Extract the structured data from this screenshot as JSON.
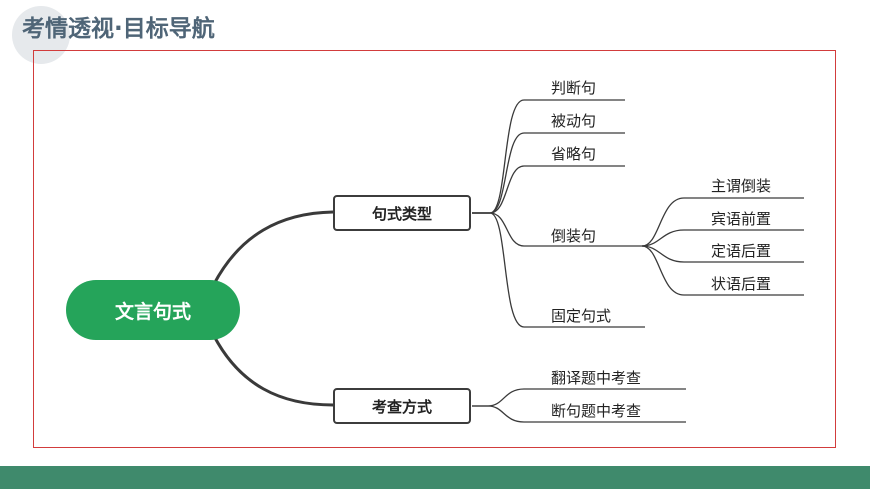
{
  "header": {
    "title": "考情透视·目标导航"
  },
  "mindmap": {
    "root": "文言句式",
    "branch_sentence_types": {
      "label": "句式类型",
      "children": [
        "判断句",
        "被动句",
        "省略句",
        "倒装句",
        "固定句式"
      ],
      "inversion_children": [
        "主谓倒装",
        "宾语前置",
        "定语后置",
        "状语后置"
      ]
    },
    "branch_exam_methods": {
      "label": "考查方式",
      "children": [
        "翻译题中考查",
        "断句题中考查"
      ]
    }
  },
  "colors": {
    "root_fill": "#25a45a",
    "frame_border": "#d23c3c",
    "bottom_bar": "#3f8a6c",
    "header_text": "#4f6577"
  }
}
